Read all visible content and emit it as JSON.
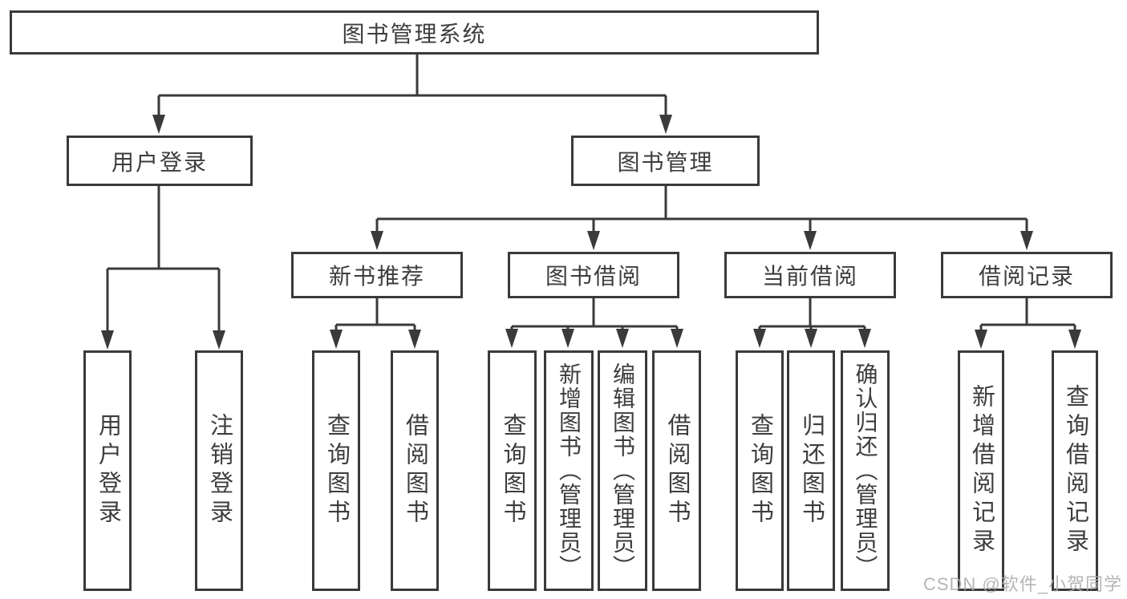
{
  "tree": {
    "root": {
      "label": "图书管理系统",
      "children": [
        {
          "label": "用户登录",
          "children": [
            {
              "label": "用户登录"
            },
            {
              "label": "注销登录"
            }
          ]
        },
        {
          "label": "图书管理",
          "children": [
            {
              "label": "新书推荐",
              "children": [
                {
                  "label": "查询图书"
                },
                {
                  "label": "借阅图书"
                }
              ]
            },
            {
              "label": "图书借阅",
              "children": [
                {
                  "label": "查询图书"
                },
                {
                  "label": "新增图书（管理员）"
                },
                {
                  "label": "编辑图书（管理员）"
                },
                {
                  "label": "借阅图书"
                }
              ]
            },
            {
              "label": "当前借阅",
              "children": [
                {
                  "label": "查询图书"
                },
                {
                  "label": "归还图书"
                },
                {
                  "label": "确认归还（管理员）"
                }
              ]
            },
            {
              "label": "借阅记录",
              "children": [
                {
                  "label": "新增借阅记录"
                },
                {
                  "label": "查询借阅记录"
                }
              ]
            }
          ]
        }
      ]
    }
  },
  "watermark": "CSDN @软件_小贺同学",
  "colors": {
    "line": "#3a3a3a",
    "box_bg": "#ffffff",
    "text": "#3d3d3d",
    "watermark": "#ababab"
  }
}
